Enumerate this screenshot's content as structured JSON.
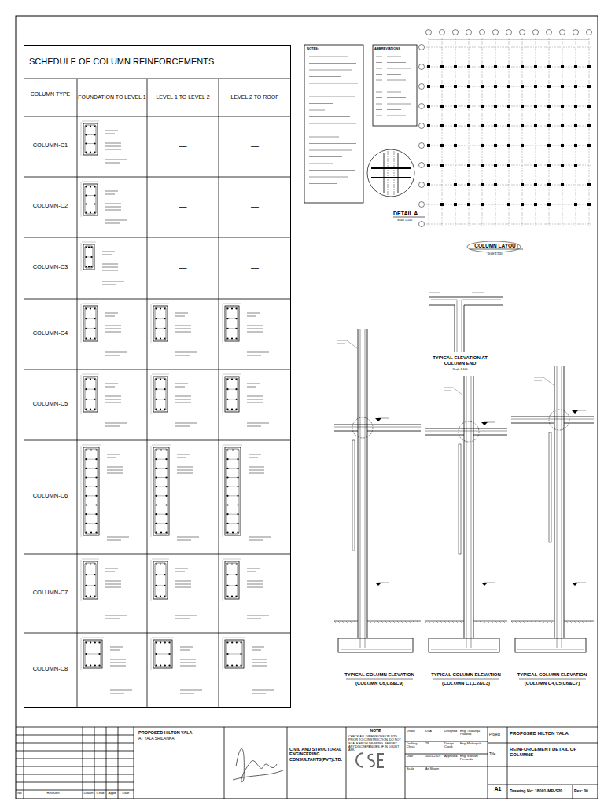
{
  "diagram": {
    "nodes": [
      {
        "text": [
          "SCHEDULE OF COLUMN REINFORCEMENTS"
        ]
      }
    ],
    "labels": [
      "COLUMN TYPE",
      "FOUNDATION TO LEVEL 1",
      "LEVEL 1 TO LEVEL  2",
      "LEVEL 2 TO ROOF",
      "COLUMN-C1",
      "COLUMN-C2",
      "COLUMN-C3",
      "COLUMN-C4",
      "COLUMN-C5",
      "COLUMN-C6",
      "COLUMN-C7",
      "COLUMN-C8",
      "—",
      "—",
      "—",
      "—",
      "—",
      "—",
      "NOTES:",
      "ABBREVIATIONS",
      "DETAIL A",
      "Scale 1:100",
      "COLUMN LAYOUT",
      "Scale 1:500",
      "TYPICAL ELEVATION AT COLUMN END",
      "Scale 1:100",
      "TYPICAL COLUMN ELEVATION",
      "(COLUMN C6,C8&C9)",
      "TYPICAL COLUMN ELEVATION",
      "(COLUMN C1,C2&C3)",
      "TYPICAL COLUMN ELEVATION",
      "(COLUMN C4,C5,C6&C7)",
      "PROPOSED HILTON YALA",
      "AT YALA SRILANKA.",
      "CIVIL AND STRUCTURAL ENGINEERING CONSULTANTS(PVT)LTD.",
      "NOTE",
      "CHECK ALL DIMENSIONS ON SITE PRIOR TO CONSTRUCTION. DO NOT SCALE FROM DRAWING. REPORT ANY DISCREPANCIES. IF IN DOUBT ASK.",
      "Drawn",
      "DSA",
      "Designed",
      "Eng. Tharanga Pradeep",
      "Drafting Check",
      "TP",
      "Design Check",
      "Eng. Maithripala",
      "Date",
      "10.01.2019",
      "Approved",
      "Eng. Shehani Fernando",
      "Scale",
      "As Shown",
      "Project",
      "PROPOSED HILTON YALA",
      "Title",
      "REINFORCEMENT DETAIL OF COLUMNS",
      "A1",
      "Drawing No: 18001-MB-S20",
      "Rev: 00",
      "No",
      "Revision",
      "Drawn",
      "Chkd",
      "Appd",
      "Date"
    ]
  }
}
